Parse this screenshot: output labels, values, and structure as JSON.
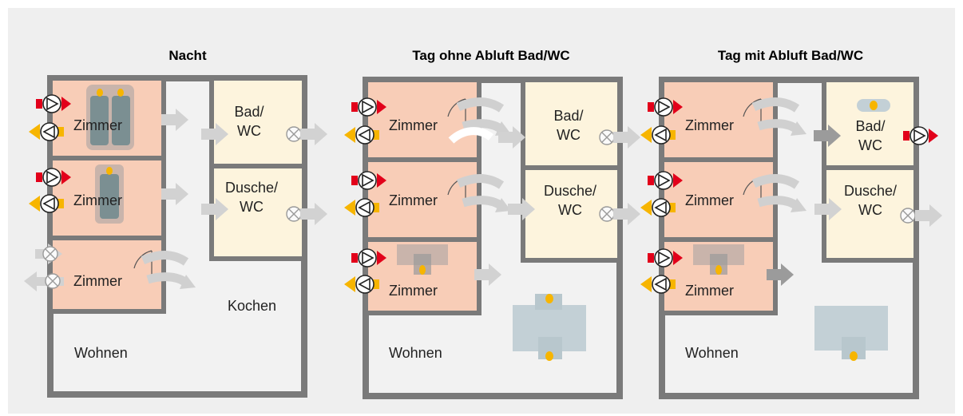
{
  "titles": {
    "night": "Nacht",
    "day_without": "Tag ohne Abluft Bad/WC",
    "day_with": "Tag mit Abluft Bad/WC"
  },
  "rooms": {
    "zimmer": "Zimmer",
    "bad": "Bad/\nWC",
    "dusche": "Dusche/\nWC",
    "kochen": "Kochen",
    "wohnen": "Wohnen"
  },
  "colors": {
    "wall": "#7a7a7a",
    "floor": "#f2f2f2",
    "bedroom": "#f8cdb7",
    "bathroom": "#fdf4dd",
    "supply_fan": "#e2001a",
    "exhaust_fan": "#f7b500",
    "airflow": "#d2d2d2",
    "airflow_strong": "#9b9b9b",
    "furniture": "#9fb0b8",
    "person": "#f7b500"
  },
  "icons": [
    "supply-fan-icon",
    "exhaust-fan-icon",
    "closed-valve-icon",
    "airflow-arrow-icon",
    "door-swing-icon",
    "bed-icon",
    "table-icon",
    "person-icon"
  ]
}
